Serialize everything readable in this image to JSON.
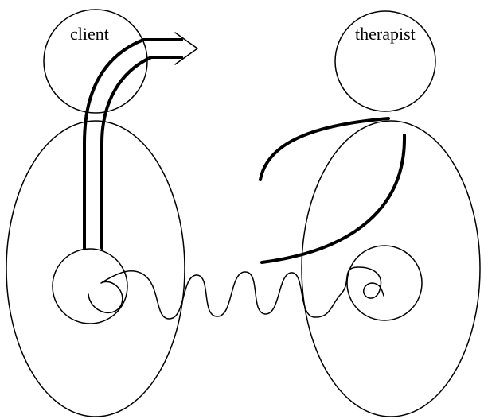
{
  "figures": {
    "client": {
      "label": "client"
    },
    "therapist": {
      "label": "therapist"
    }
  },
  "connections": {
    "client_arrow_icon": "double-line-arrow-icon",
    "spiral_connection": "wavy-spiral-line",
    "therapist_curves": "curved-lines"
  },
  "colors": {
    "stroke": "#000000",
    "background": "#ffffff"
  }
}
